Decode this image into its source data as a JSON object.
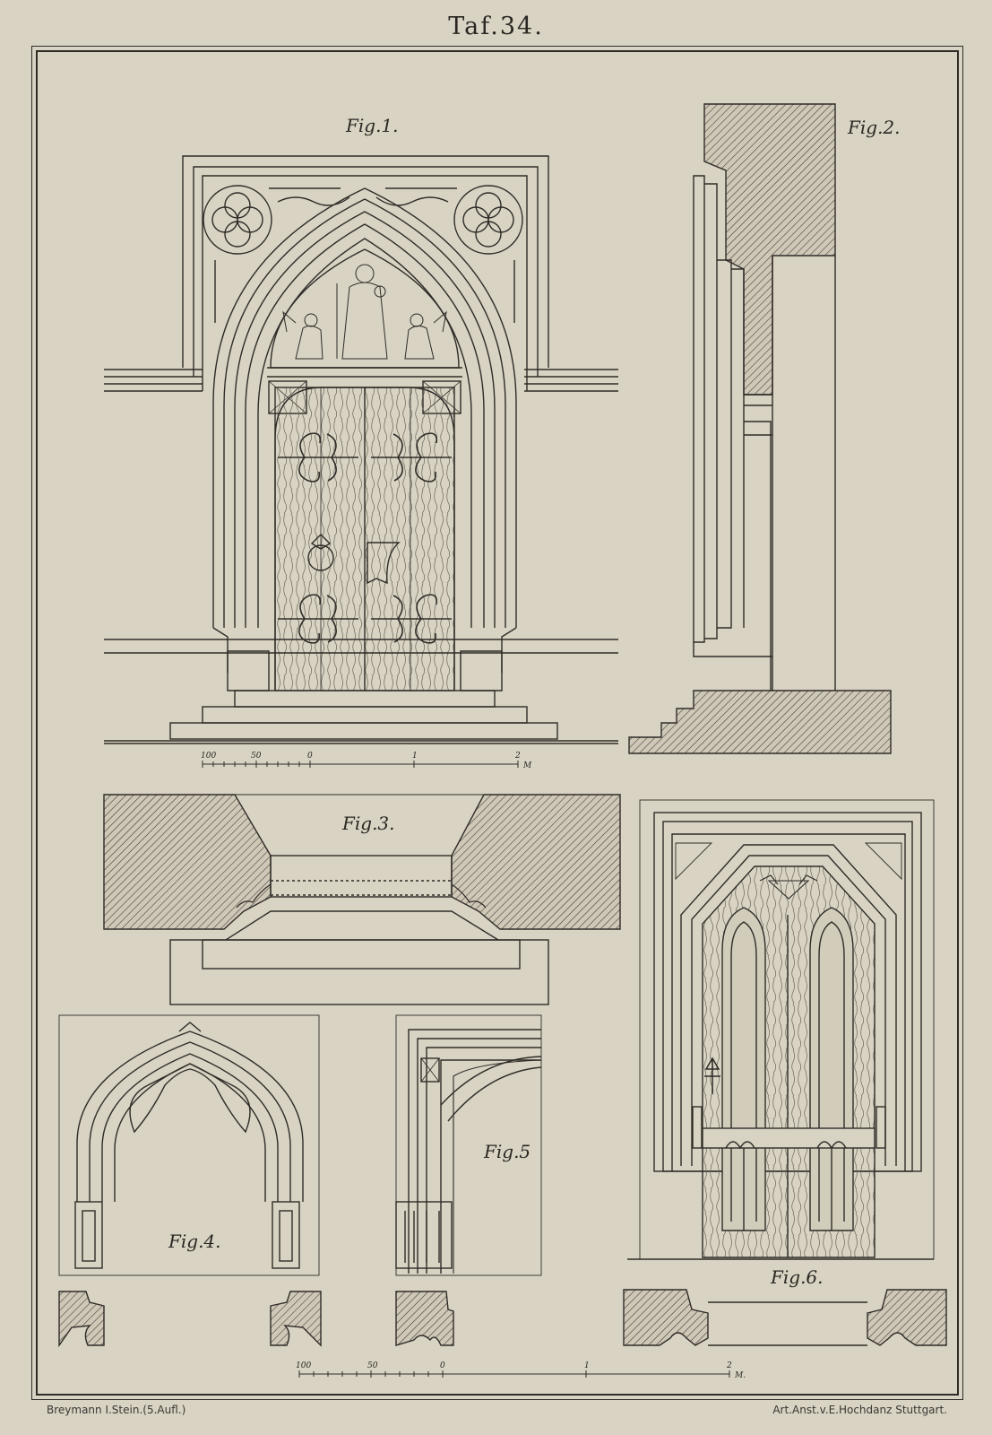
{
  "plate": {
    "title": "Taf.34."
  },
  "figures": {
    "fig1": "Fig.1.",
    "fig2": "Fig.2.",
    "fig3": "Fig.3.",
    "fig4": "Fig.4.",
    "fig5": "Fig.5",
    "fig6": "Fig.6."
  },
  "scales": {
    "upper": {
      "ticks": [
        "100",
        "50",
        "0",
        "1",
        "2"
      ],
      "unit": "M"
    },
    "lower": {
      "ticks": [
        "100",
        "50",
        "0",
        "1",
        "2"
      ],
      "unit": "M."
    }
  },
  "footer": {
    "left": "Breymann I.Stein.(5.Aufl.)",
    "right": "Art.Anst.v.E.Hochdanz Stuttgart."
  }
}
